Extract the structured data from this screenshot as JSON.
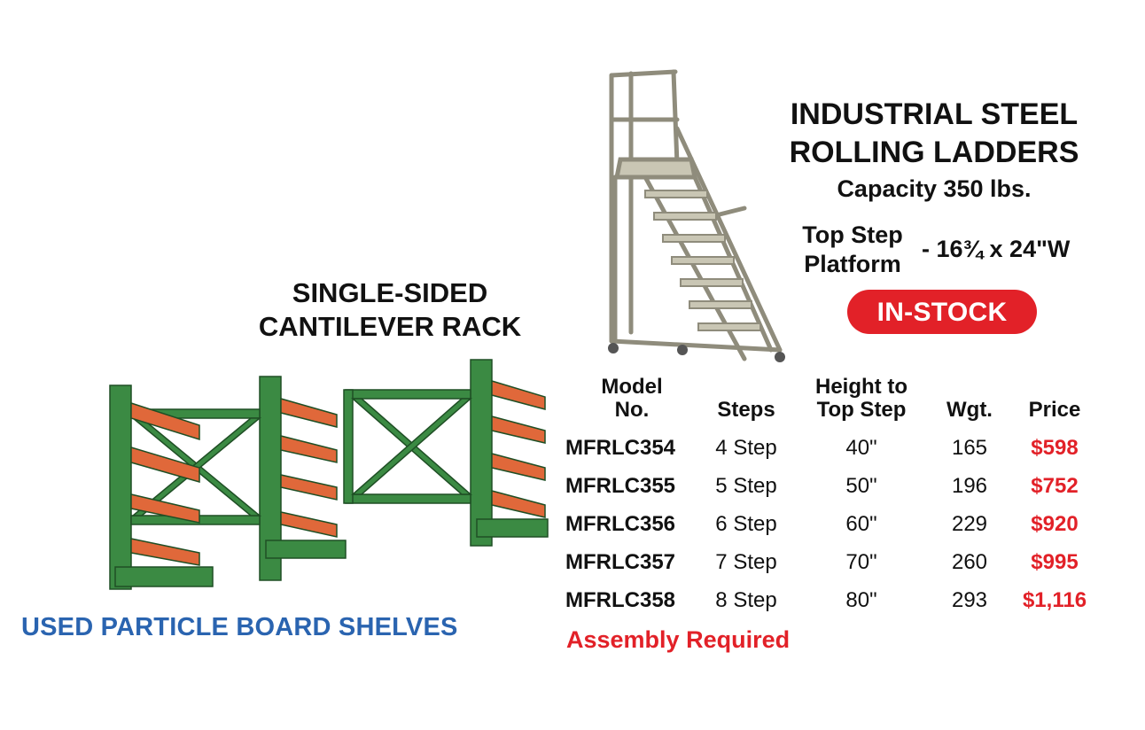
{
  "rack": {
    "title_line1": "SINGLE-SIDED",
    "title_line2": "CANTILEVER RACK",
    "note": "USED PARTICLE BOARD SHELVES"
  },
  "ladder": {
    "title_line1": "INDUSTRIAL STEEL",
    "title_line2": "ROLLING LADDERS",
    "capacity": "Capacity 350 lbs.",
    "top_step_label_line1": "Top Step",
    "top_step_label_line2": "Platform",
    "top_step_value": "- 16¾ x 24\"W",
    "badge": "IN-STOCK"
  },
  "table": {
    "headers": {
      "model_line1": "Model",
      "model_line2": "No.",
      "steps": "Steps",
      "height_line1": "Height to",
      "height_line2": "Top Step",
      "weight": "Wgt.",
      "price": "Price"
    },
    "rows": [
      {
        "model": "MFRLC354",
        "steps": "4 Step",
        "height": "40\"",
        "weight": "165",
        "price": "$598"
      },
      {
        "model": "MFRLC355",
        "steps": "5 Step",
        "height": "50\"",
        "weight": "196",
        "price": "$752"
      },
      {
        "model": "MFRLC356",
        "steps": "6 Step",
        "height": "60\"",
        "weight": "229",
        "price": "$920"
      },
      {
        "model": "MFRLC357",
        "steps": "7 Step",
        "height": "70\"",
        "weight": "260",
        "price": "$995"
      },
      {
        "model": "MFRLC358",
        "steps": "8 Step",
        "height": "80\"",
        "weight": "293",
        "price": "$1,116"
      }
    ],
    "footnote": "Assembly Required"
  },
  "colors": {
    "price_red": "#e22128",
    "badge_red": "#e22128",
    "rack_green": "#3b8a43",
    "rack_arm_orange": "#e0683a",
    "note_blue": "#2a64b0",
    "ladder_beige": "#c9c6b4"
  }
}
